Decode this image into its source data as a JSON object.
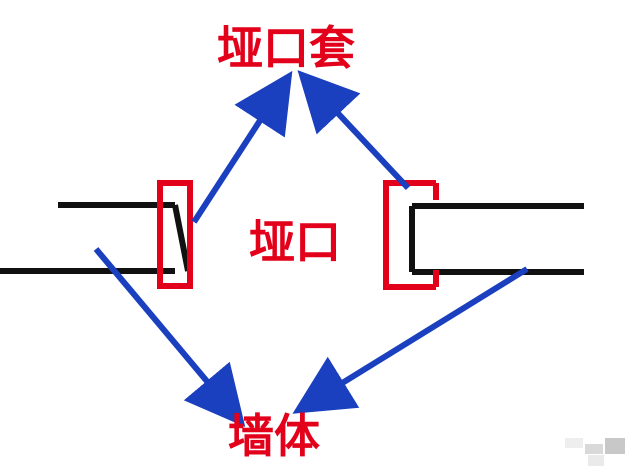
{
  "labels": {
    "top": "垭口套",
    "center": "垭口",
    "bottom": "墙体"
  },
  "colors": {
    "wall_line": "#111111",
    "bracket": "#e3001b",
    "arrow": "#1a3fbf",
    "label": "#e3001b",
    "background": "#ffffff"
  }
}
